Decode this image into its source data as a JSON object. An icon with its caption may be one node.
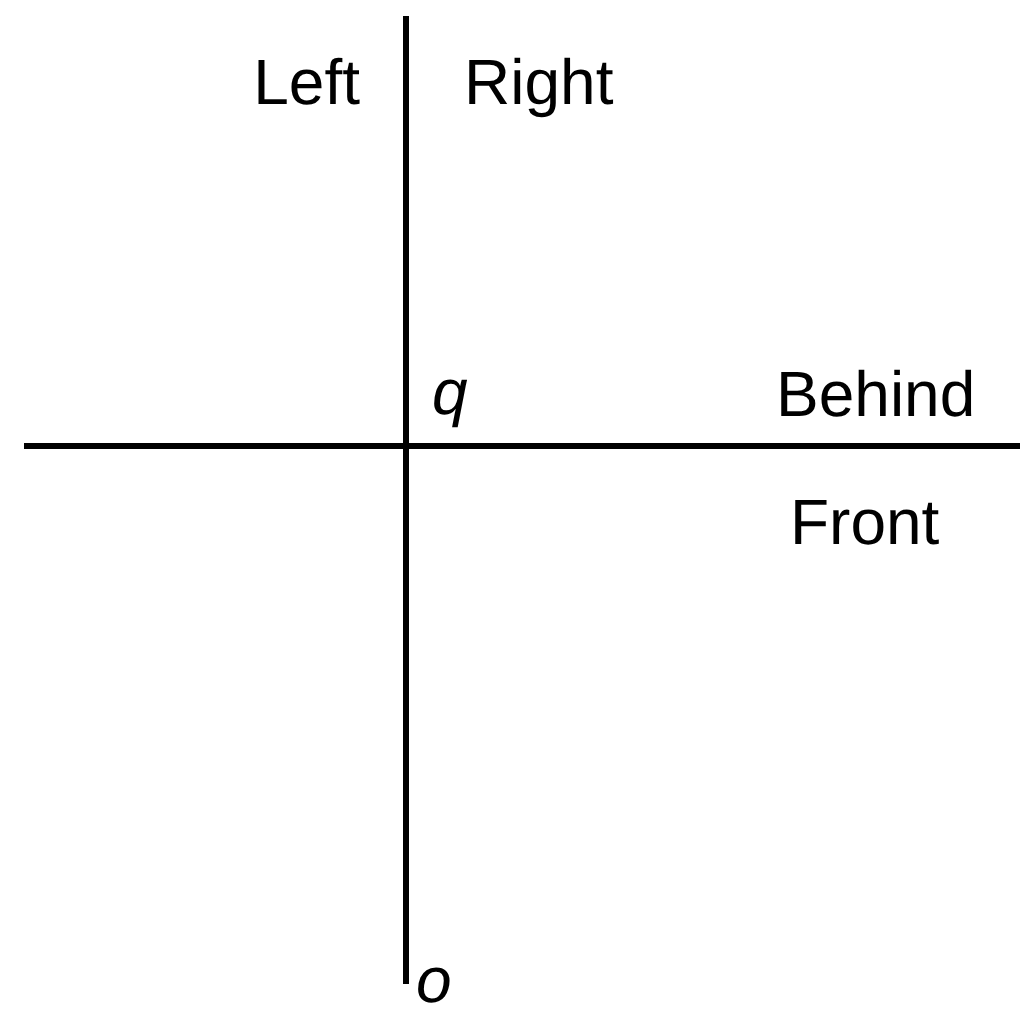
{
  "diagram": {
    "labels": [
      "Left",
      "Right",
      "q",
      "Behind",
      "Front",
      "o"
    ]
  }
}
